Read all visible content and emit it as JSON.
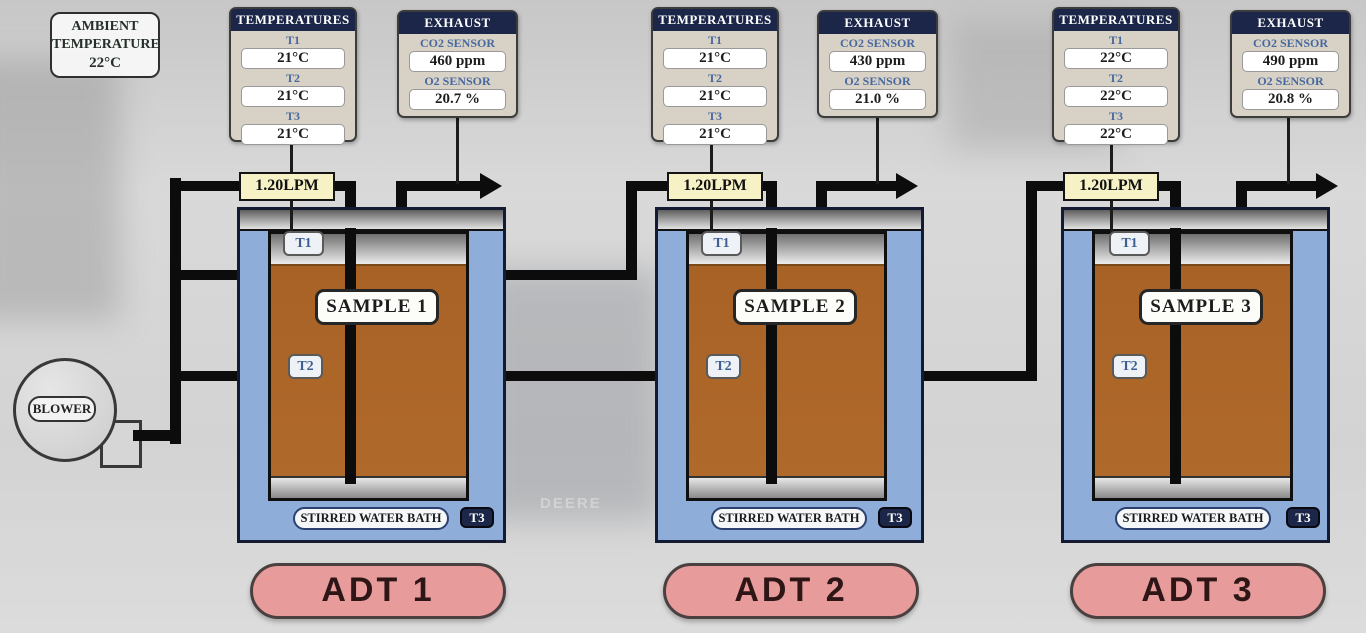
{
  "ambient": {
    "label": "AMBIENT TEMPERATURE",
    "value": "22°C"
  },
  "blower": {
    "label": "BLOWER"
  },
  "watermark": "DEERE",
  "units": [
    {
      "button": "ADT 1",
      "flow": "1.20LPM",
      "temperatures": {
        "title": "TEMPERATURES",
        "probes": [
          {
            "label": "T1",
            "value": "21°C"
          },
          {
            "label": "T2",
            "value": "21°C"
          },
          {
            "label": "T3",
            "value": "21°C"
          }
        ]
      },
      "exhaust": {
        "title": "EXHAUST",
        "co2_label": "CO2 SENSOR",
        "co2_value": "460 ppm",
        "o2_label": "O2 SENSOR",
        "o2_value": "20.7 %"
      },
      "vessel": {
        "t1": "T1",
        "t2": "T2",
        "t3": "T3",
        "sample": "SAMPLE 1",
        "bath_label": "STIRRED WATER BATH"
      }
    },
    {
      "button": "ADT 2",
      "flow": "1.20LPM",
      "temperatures": {
        "title": "TEMPERATURES",
        "probes": [
          {
            "label": "T1",
            "value": "21°C"
          },
          {
            "label": "T2",
            "value": "21°C"
          },
          {
            "label": "T3",
            "value": "21°C"
          }
        ]
      },
      "exhaust": {
        "title": "EXHAUST",
        "co2_label": "CO2 SENSOR",
        "co2_value": "430 ppm",
        "o2_label": "O2 SENSOR",
        "o2_value": "21.0 %"
      },
      "vessel": {
        "t1": "T1",
        "t2": "T2",
        "t3": "T3",
        "sample": "SAMPLE 2",
        "bath_label": "STIRRED WATER BATH"
      }
    },
    {
      "button": "ADT 3",
      "flow": "1.20LPM",
      "temperatures": {
        "title": "TEMPERATURES",
        "probes": [
          {
            "label": "T1",
            "value": "22°C"
          },
          {
            "label": "T2",
            "value": "22°C"
          },
          {
            "label": "T3",
            "value": "22°C"
          }
        ]
      },
      "exhaust": {
        "title": "EXHAUST",
        "co2_label": "CO2 SENSOR",
        "co2_value": "490 ppm",
        "o2_label": "O2 SENSOR",
        "o2_value": "20.8 %"
      },
      "vessel": {
        "t1": "T1",
        "t2": "T2",
        "t3": "T3",
        "sample": "SAMPLE 3",
        "bath_label": "STIRRED WATER BATH"
      }
    }
  ],
  "colors": {
    "header_navy": "#1b2648",
    "panel_beige": "#d8d1c5",
    "bath_blue": "#8fadd9",
    "sample_brown": "#a86125",
    "button_pink": "#e79b9b",
    "flow_yellow": "#f6f2c6"
  }
}
